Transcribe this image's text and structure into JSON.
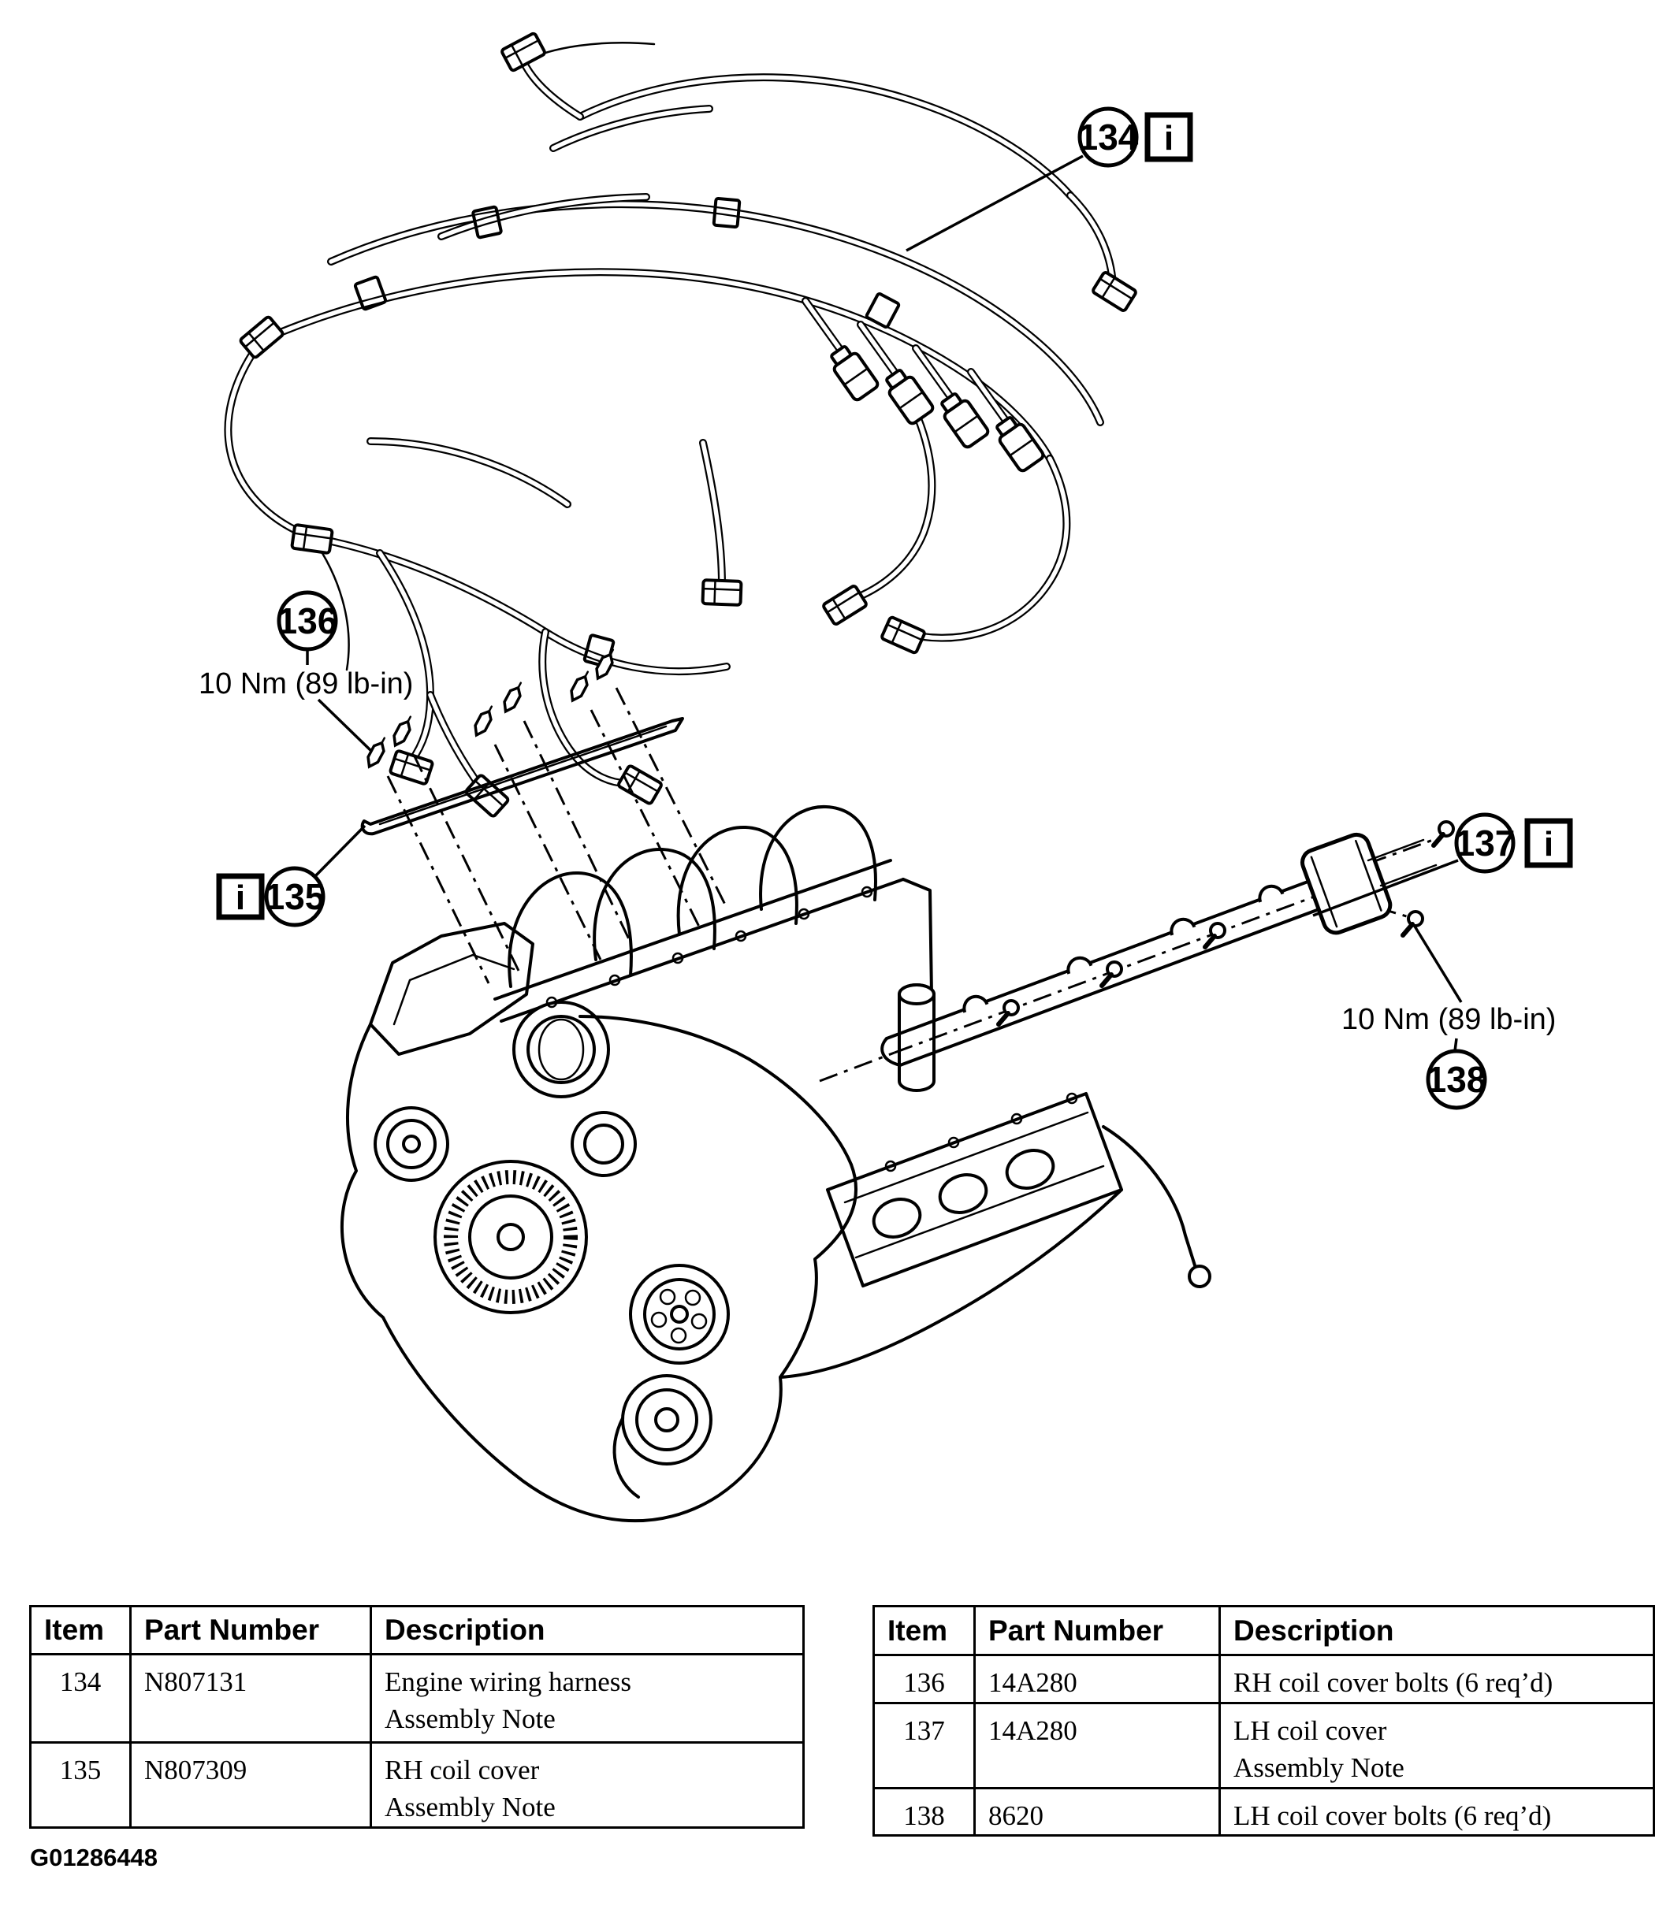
{
  "figure": {
    "figure_id": "G01286448",
    "info_icon": "i",
    "torque_left": "10 Nm (89 lb-in)",
    "torque_right": "10 Nm (89 lb-in)",
    "callouts": {
      "c134": "134",
      "c135": "135",
      "c136": "136",
      "c137": "137",
      "c138": "138"
    },
    "colors": {
      "ink": "#000000",
      "paper": "#ffffff"
    }
  },
  "tables": [
    {
      "headers": [
        "Item",
        "Part Number",
        "Description"
      ],
      "rows": [
        {
          "item": "134",
          "part": "N807131",
          "desc1": "Engine wiring harness",
          "desc2": "Assembly Note"
        },
        {
          "item": "135",
          "part": "N807309",
          "desc1": "RH coil cover",
          "desc2": "Assembly Note"
        }
      ]
    },
    {
      "headers": [
        "Item",
        "Part Number",
        "Description"
      ],
      "rows": [
        {
          "item": "136",
          "part": "14A280",
          "desc1": "RH coil cover bolts (6 req’d)",
          "desc2": ""
        },
        {
          "item": "137",
          "part": "14A280",
          "desc1": "LH coil cover",
          "desc2": "Assembly Note"
        },
        {
          "item": "138",
          "part": "8620",
          "desc1": "LH coil cover bolts (6 req’d)",
          "desc2": ""
        }
      ]
    }
  ]
}
